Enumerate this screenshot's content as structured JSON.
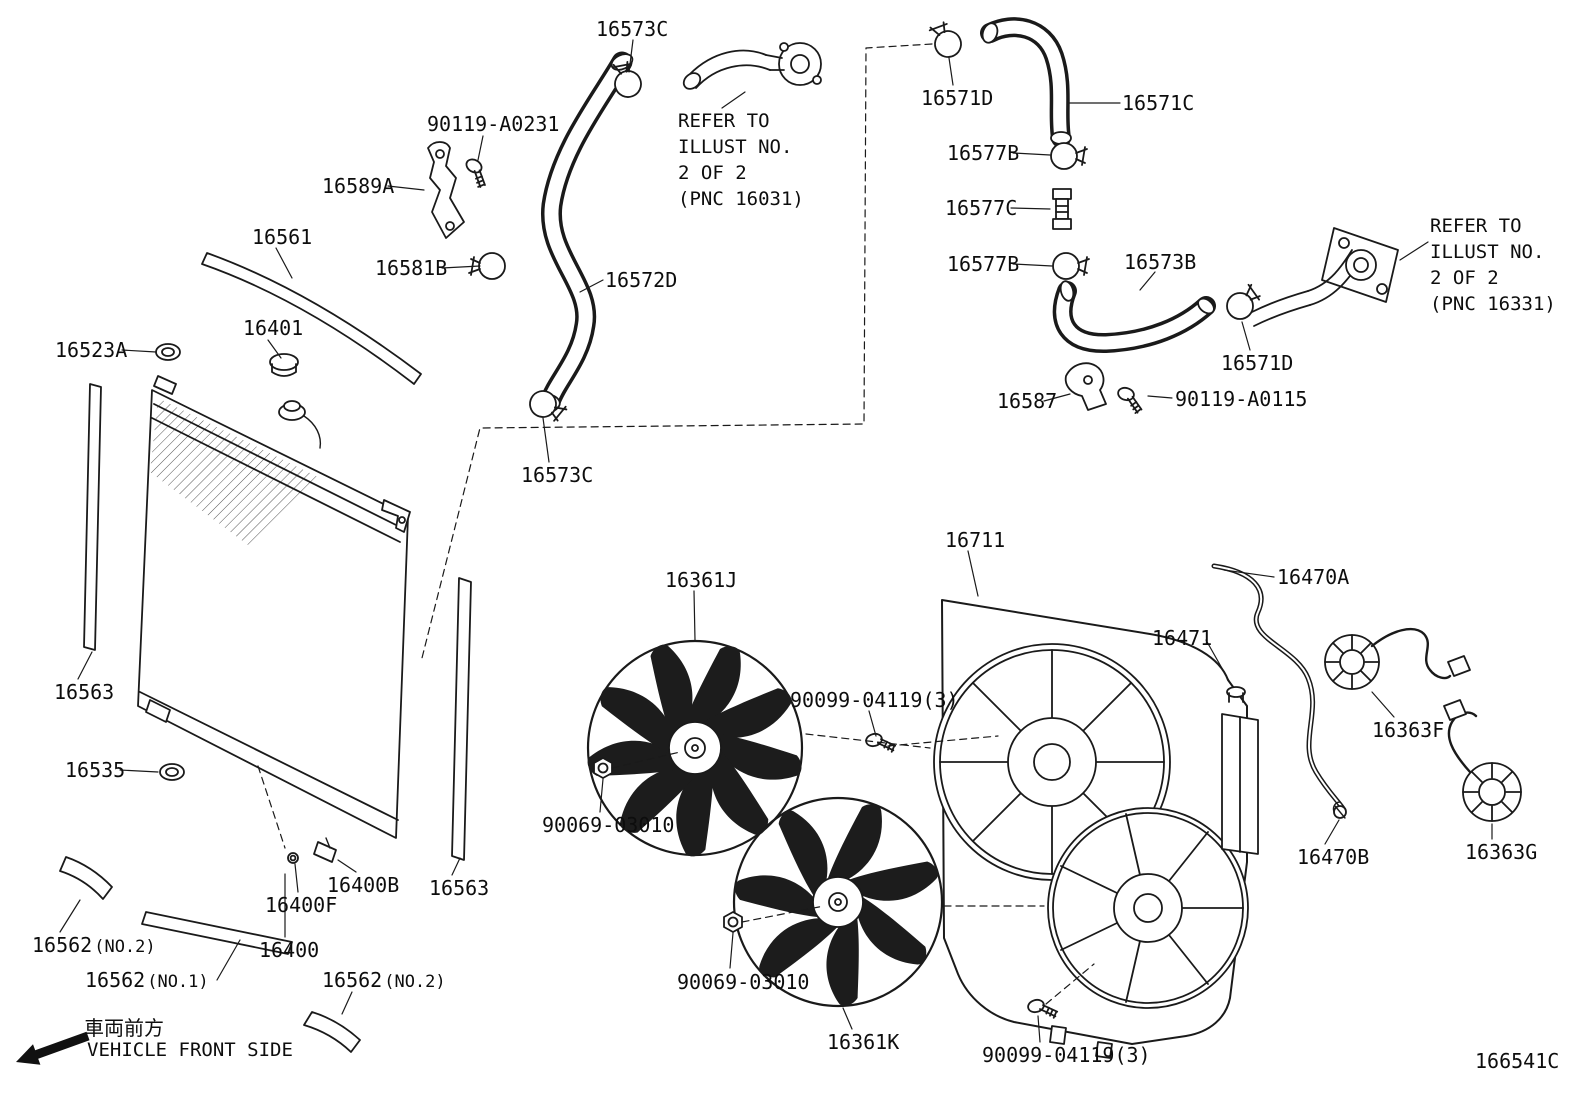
{
  "colors": {
    "line": "#1a1a1a",
    "background": "#ffffff"
  },
  "drawing_code": "166541C",
  "footer": {
    "front_jp": "車両前方",
    "front_en": "VEHICLE FRONT SIDE"
  },
  "notes": {
    "note1": {
      "l1": "REFER TO",
      "l2": "ILLUST NO.",
      "l3": "2 OF 2",
      "l4": "(PNC 16031)"
    },
    "note2": {
      "l1": "REFER TO",
      "l2": "ILLUST NO.",
      "l3": "2 OF 2",
      "l4": "(PNC 16331)"
    }
  },
  "labels": [
    {
      "text": "16573C"
    },
    {
      "text": "90119-A0231"
    },
    {
      "text": "16589A"
    },
    {
      "text": "16561"
    },
    {
      "text": "16581B"
    },
    {
      "text": "16572D"
    },
    {
      "text": "16401"
    },
    {
      "text": "16523A"
    },
    {
      "text": "16573C"
    },
    {
      "text": "16571D"
    },
    {
      "text": "16571C"
    },
    {
      "text": "16577B"
    },
    {
      "text": "16577C"
    },
    {
      "text": "16577B"
    },
    {
      "text": "16573B"
    },
    {
      "text": "16571D"
    },
    {
      "text": "16587"
    },
    {
      "text": "90119-A0115"
    },
    {
      "text": "16711"
    },
    {
      "text": "16361J"
    },
    {
      "text": "16470A"
    },
    {
      "text": "16471"
    },
    {
      "text": "90099-04119(3)"
    },
    {
      "text": "16363F"
    },
    {
      "text": "16563"
    },
    {
      "text": "16535"
    },
    {
      "text": "90069-03010"
    },
    {
      "text": "16400B"
    },
    {
      "text": "16563"
    },
    {
      "text": "16400F"
    },
    {
      "text": "16562",
      "suffix": "(NO.2)"
    },
    {
      "text": "16400"
    },
    {
      "text": "16562",
      "suffix": "(NO.1)"
    },
    {
      "text": "16562",
      "suffix": "(NO.2)"
    },
    {
      "text": "90069-03010"
    },
    {
      "text": "16361K"
    },
    {
      "text": "90099-04119(3)"
    },
    {
      "text": "16470B"
    },
    {
      "text": "16363G"
    }
  ]
}
